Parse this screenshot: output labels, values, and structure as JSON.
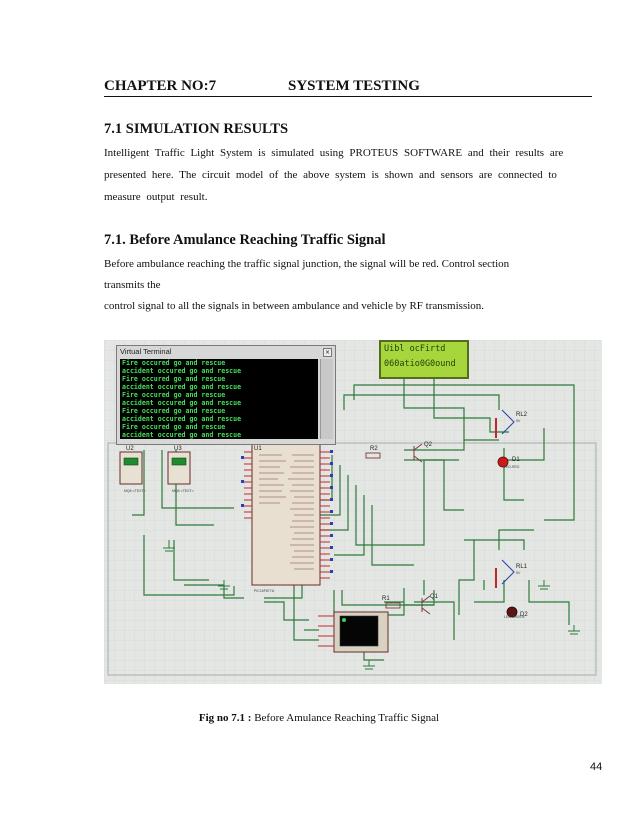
{
  "chapter": {
    "number": "CHAPTER NO:7",
    "title": "SYSTEM  TESTING"
  },
  "section_1": {
    "heading": "7.1 SIMULATION RESULTS",
    "lines": [
      " Intelligent  Traffic  Light  System  is  simulated  using  PROTEUS  SOFTWARE  and  their  results  are",
      "presented  here.  The  circuit  model  of  the  above  system  is  shown  and  sensors  are  connected  to",
      "measure  output  result."
    ]
  },
  "section_2": {
    "heading": "7.1. Before Amulance Reaching Traffic Signal",
    "lines": [
      "Before   ambulance   reaching   the   traffic  signal junction,  the   signal  will  be  red.  Control  section",
      "transmits  the",
      "control signal  to all the signals  in between ambulance  and vehicle  by RF transmission."
    ]
  },
  "figure": {
    "virtual_terminal": {
      "title": "Virtual Terminal",
      "lines": [
        "Fire occured go and rescue",
        "accident occured go and rescue",
        "Fire occured go and rescue",
        "accident occured go and rescue",
        "Fire occured go and rescue",
        "accident occured go and rescue",
        "Fire occured go and rescue",
        "accident occured go and rescue",
        "Fire occured go and rescue",
        "accident occured go and rescue"
      ]
    },
    "lcd": {
      "line1": "Uibl ocFirtd",
      "line2": "060atio0G0ound"
    },
    "labels": {
      "u2": "U2",
      "u3": "U3",
      "u1": "U1",
      "r2": "R2",
      "q2": "Q2",
      "rl2": "RL2",
      "d1": "D1",
      "rl1": "RL1",
      "d2": "D2",
      "r1": "R1",
      "q1": "Q1"
    },
    "colors": {
      "wire": "#2f7a3a",
      "pin_red": "#c0282d",
      "pin_blue": "#2b3fb0"
    }
  },
  "caption": {
    "label": "Fig no 7.1 : ",
    "text": "Before  Amulance  Reaching  Traffic  Signal"
  },
  "page_number": "44"
}
